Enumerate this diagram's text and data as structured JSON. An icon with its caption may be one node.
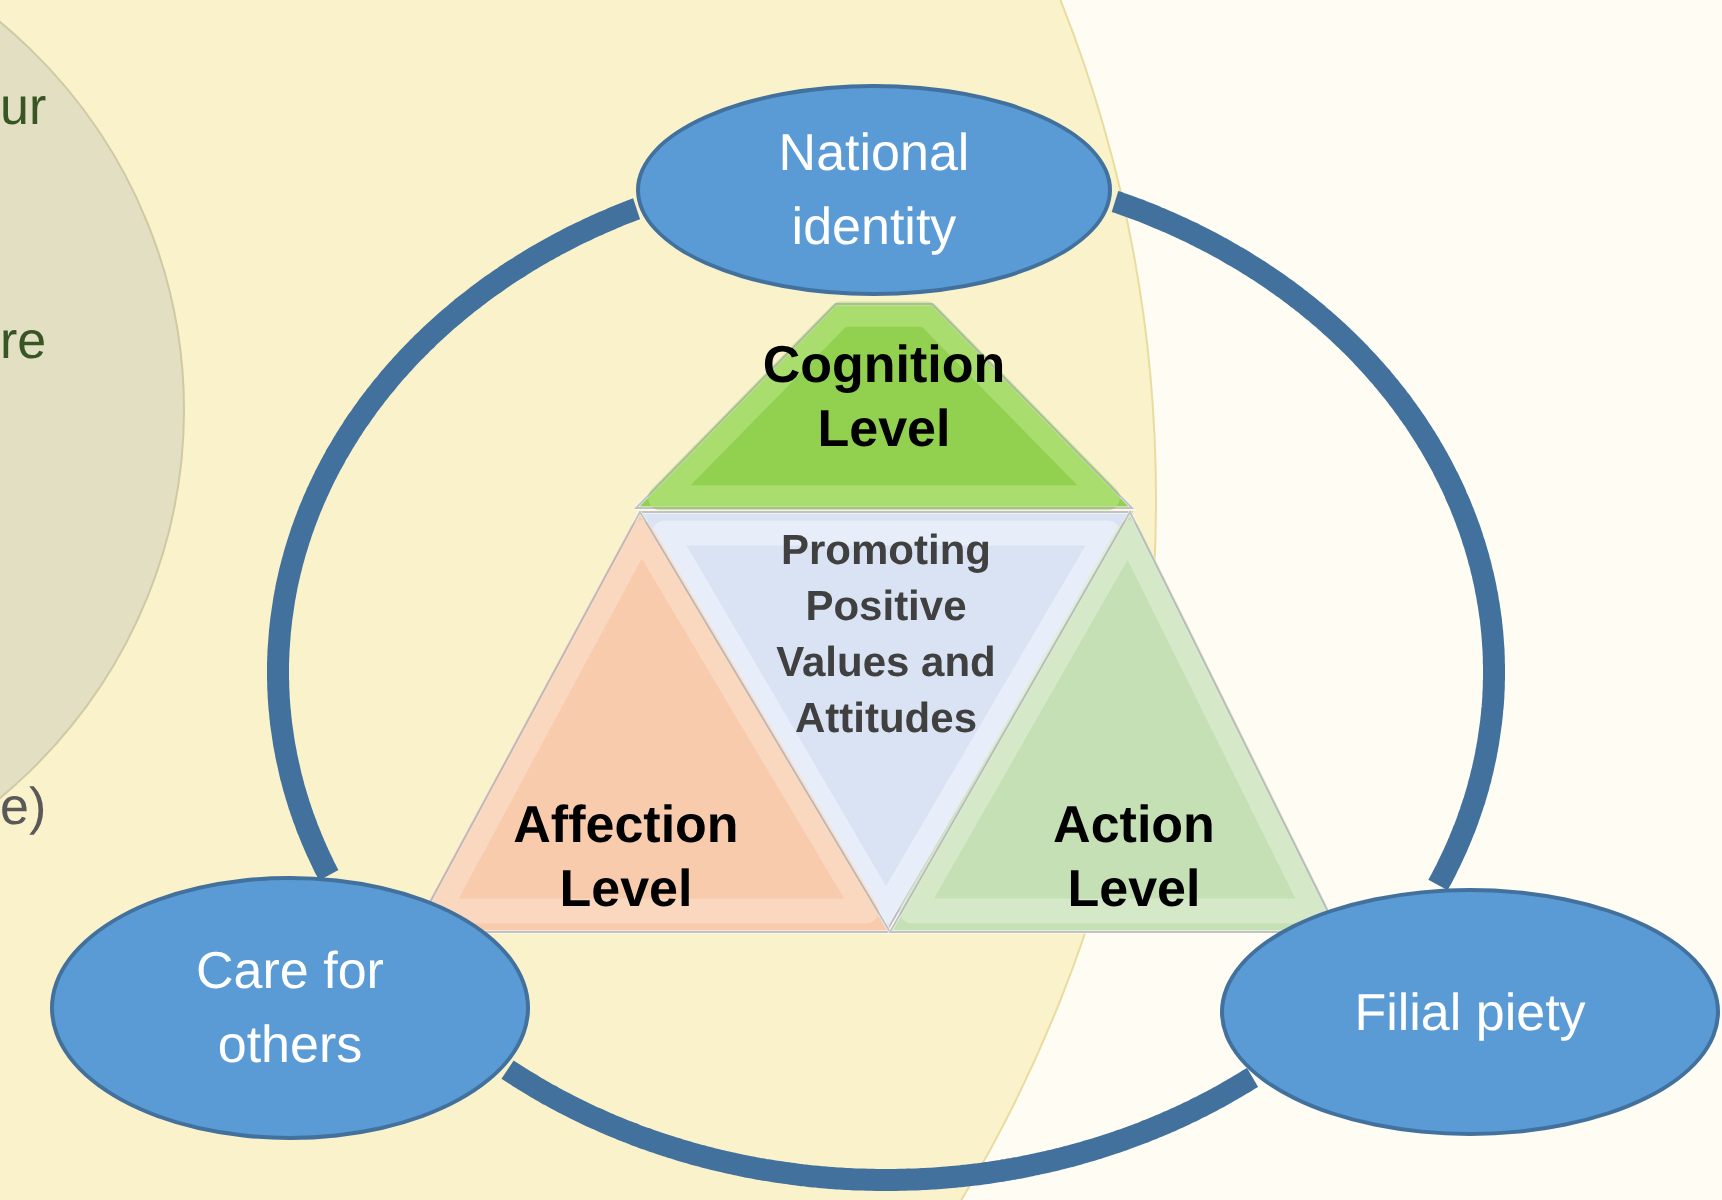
{
  "diagram": {
    "nodes": [
      {
        "text": [
          "National identity"
        ]
      },
      {
        "text": [
          "Cognition Level"
        ]
      },
      {
        "text": [
          "Promoting Positive Values and Attitudes"
        ]
      },
      {
        "text": [
          "Affection Level"
        ]
      },
      {
        "text": [
          "Action Level"
        ]
      },
      {
        "text": [
          "Care for others"
        ]
      },
      {
        "text": [
          "Filial piety"
        ]
      }
    ],
    "edges": [
      {
        "from": 0,
        "to": 6,
        "arrow": "none"
      },
      {
        "from": 6,
        "to": 5,
        "arrow": "none"
      },
      {
        "from": 5,
        "to": 0,
        "arrow": "none"
      }
    ],
    "labels": [
      "ur",
      "re",
      "e)"
    ]
  }
}
